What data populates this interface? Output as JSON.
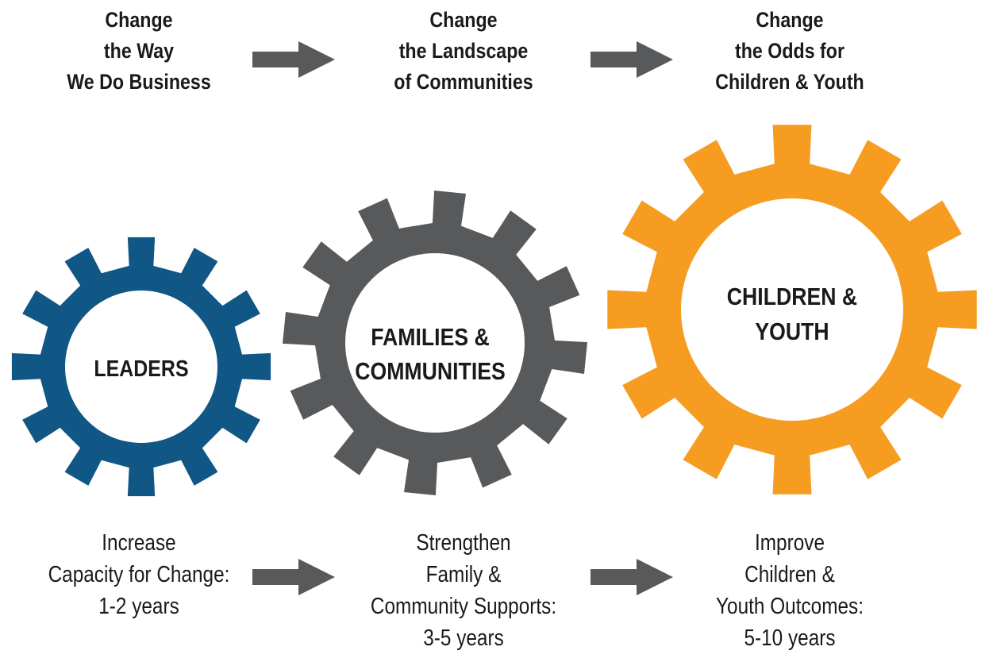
{
  "top_captions": [
    {
      "lines": [
        "Change",
        "the Way",
        "We Do Business"
      ]
    },
    {
      "lines": [
        "Change",
        "the Landscape",
        "of Communities"
      ]
    },
    {
      "lines": [
        "Change",
        "the Odds for",
        "Children & Youth"
      ]
    }
  ],
  "gears": [
    {
      "label_lines": [
        "LEADERS"
      ],
      "color": "#105786"
    },
    {
      "label_lines": [
        "FAMILIES &",
        "COMMUNITIES"
      ],
      "color": "#58595b"
    },
    {
      "label_lines": [
        "CHILDREN &",
        "YOUTH"
      ],
      "color": "#f59c21"
    }
  ],
  "bottom_captions": [
    {
      "lines": [
        "Increase",
        "Capacity for Change:",
        "1-2 years"
      ]
    },
    {
      "lines": [
        "Strengthen",
        "Family &",
        "Community Supports:",
        "3-5 years"
      ]
    },
    {
      "lines": [
        "Improve",
        "Children &",
        "Youth Outcomes:",
        "5-10 years"
      ]
    }
  ],
  "arrow_color": "#58595b"
}
